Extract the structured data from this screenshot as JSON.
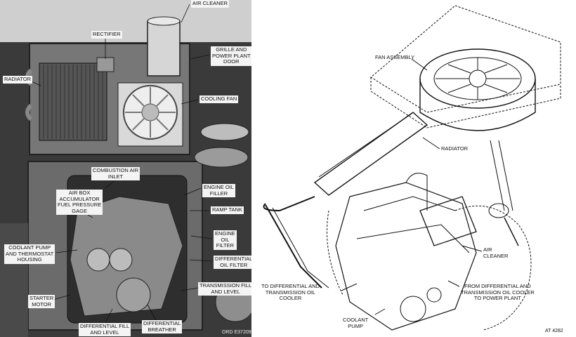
{
  "left_panel": {
    "labels": {
      "air_cleaner": "AIR CLEANER",
      "rectifier": "RECTIFIER",
      "grille_and_power_plant_door": "GRILLE AND\nPOWER PLANT\nDOOR",
      "radiator": "RADIATOR",
      "cooling_fan": "COOLING FAN",
      "combustion_air_inlet": "COMBUSTION AIR\nINLET",
      "engine_oil_filler": "ENGINE OIL\nFILLER",
      "air_box_accumulator": "AIR BOX\nACCUMULATOR\nFUEL PRESSURE\nGAGE",
      "ramp_tank": "RAMP TANK",
      "engine_oil_filter": "ENGINE\nOIL\nFILTER",
      "coolant_pump_thermostat": "COOLANT PUMP\nAND THERMOSTAT\nHOUSING",
      "differential_oil_filter": "DIFFERENTIAL\nOIL FILTER",
      "transmission_fill": "TRANSMISSION FILL\nAND LEVEL",
      "starter_motor": "STARTER\nMOTOR",
      "differential_fill": "DIFFERENTIAL FILL\nAND LEVEL",
      "differential_breather": "DIFFERENTIAL\nBREATHER"
    },
    "ref_code": "ORD E37209"
  },
  "right_panel": {
    "labels": {
      "fan_assembly": "FAN ASSEMBLY",
      "radiator": "RADIATOR",
      "air_cleaner": "AIR\nCLEANER",
      "to_differential": "TO DIFFERENTIAL AND\nTRANSMISSION OIL\nCOOLER",
      "from_differential": "FROM DIFFERENTIAL AND\nTRANSMISSION OIL COOLER\nTO POWER PLANT",
      "coolant_pump": "COOLANT\nPUMP"
    },
    "ref_code": "AT 4282"
  }
}
